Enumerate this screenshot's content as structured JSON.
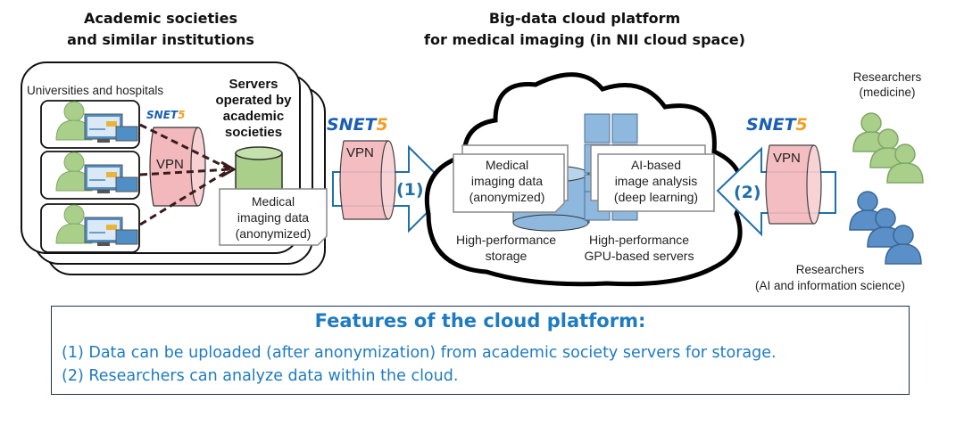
{
  "left_title": {
    "line1": "Academic societies",
    "line2": "and similar institutions"
  },
  "center_title": {
    "line1": "Big-data cloud platform",
    "line2": "for medical imaging (in NII cloud space)"
  },
  "universities_label": "Universities and hospitals",
  "servers_label": {
    "line1": "Servers",
    "line2": "operated by",
    "line3": "academic",
    "line4": "societies"
  },
  "vpn_label": "VPN",
  "logo_text": {
    "main": "NET",
    "num": "5"
  },
  "left_doc": {
    "line1": "Medical",
    "line2": "imaging data",
    "line3": "(anonymized)"
  },
  "cloud_doc1": {
    "line1": "Medical",
    "line2": "imaging data",
    "line3": "(anonymized)"
  },
  "cloud_doc2": {
    "line1": "AI-based",
    "line2": "image analysis",
    "line3": "(deep learning)"
  },
  "storage_label": {
    "line1": "High-performance",
    "line2": "storage"
  },
  "gpu_label": {
    "line1": "High-performance",
    "line2": "GPU-based servers"
  },
  "arrow1_label": "(1)",
  "arrow2_label": "(2)",
  "researchers_medicine": {
    "line1": "Researchers",
    "line2": "(medicine)"
  },
  "researchers_ai": {
    "line1": "Researchers",
    "line2": "(AI and information science)"
  },
  "features": {
    "title": "Features of the cloud platform:",
    "items": [
      "(1) Data can be uploaded (after anonymization) from academic society servers for storage.",
      "(2) Researchers can analyze data within the cloud."
    ]
  },
  "colors": {
    "accent_blue": "#1f7bbf",
    "vpn_pink": "#f2b8bc",
    "green_person": "#a9cf8a",
    "blue_person": "#5b8fc7",
    "server_blue": "#8fb8de"
  }
}
